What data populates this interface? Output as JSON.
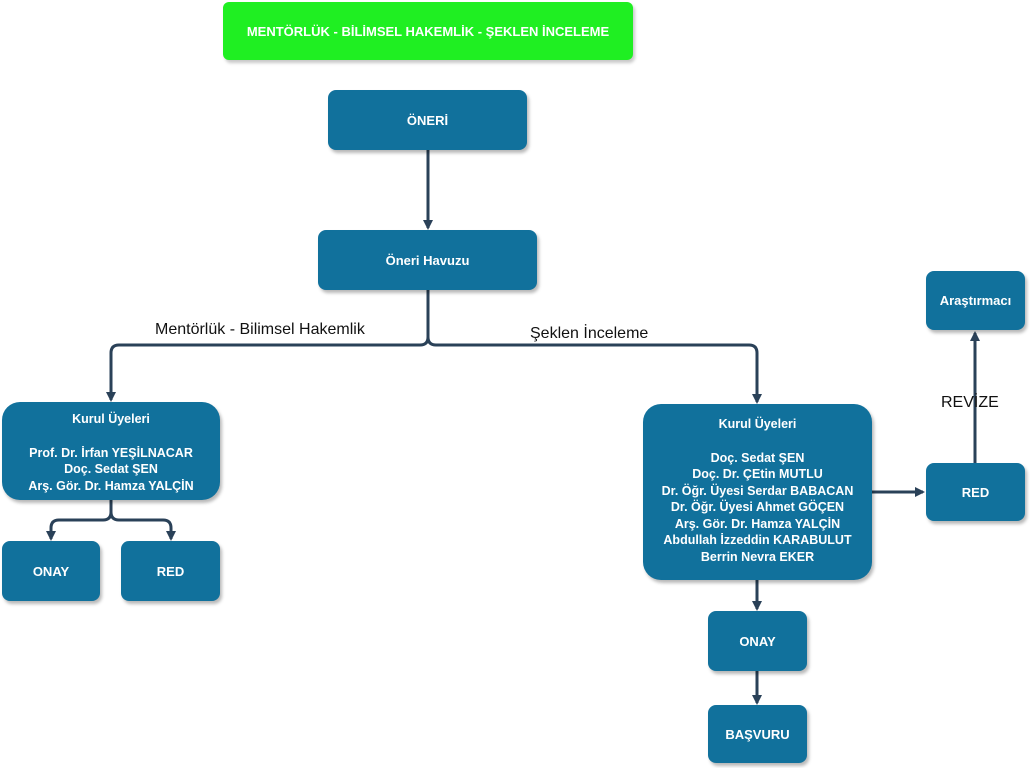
{
  "title": "MENTÖRLÜK - BİLİMSEL HAKEMLİK - ŞEKLEN İNCELEME",
  "nodes": {
    "oneri": "ÖNERİ",
    "havuz": "Öneri Havuzu",
    "left_panel": {
      "head": "Kurul Üyeleri",
      "members": [
        "Prof. Dr. İrfan YEŞİLNACAR",
        "Doç. Sedat ŞEN",
        "Arş. Gör. Dr. Hamza YALÇİN"
      ]
    },
    "right_panel": {
      "head": "Kurul Üyeleri",
      "members": [
        "Doç. Sedat ŞEN",
        "Doç. Dr. ÇEtin MUTLU",
        "Dr. Öğr. Üyesi  Serdar BABACAN",
        "Dr. Öğr. Üyesi  Ahmet GÖÇEN",
        "Arş. Gör. Dr. Hamza YALÇİN",
        "Abdullah İzzeddin KARABULUT",
        "Berrin Nevra EKER"
      ]
    },
    "left_onay": "ONAY",
    "left_red": "RED",
    "right_onay": "ONAY",
    "basvuru": "BAŞVURU",
    "right_red": "RED",
    "arastirmaci": "Araştırmacı"
  },
  "edge_labels": {
    "left_branch": "Mentörlük - Bilimsel Hakemlik",
    "right_branch": "Şeklen İnceleme",
    "revize": "REVİZE"
  },
  "colors": {
    "node_fill": "#11719c",
    "title_fill": "#1fef22",
    "edge": "#2a4158"
  }
}
